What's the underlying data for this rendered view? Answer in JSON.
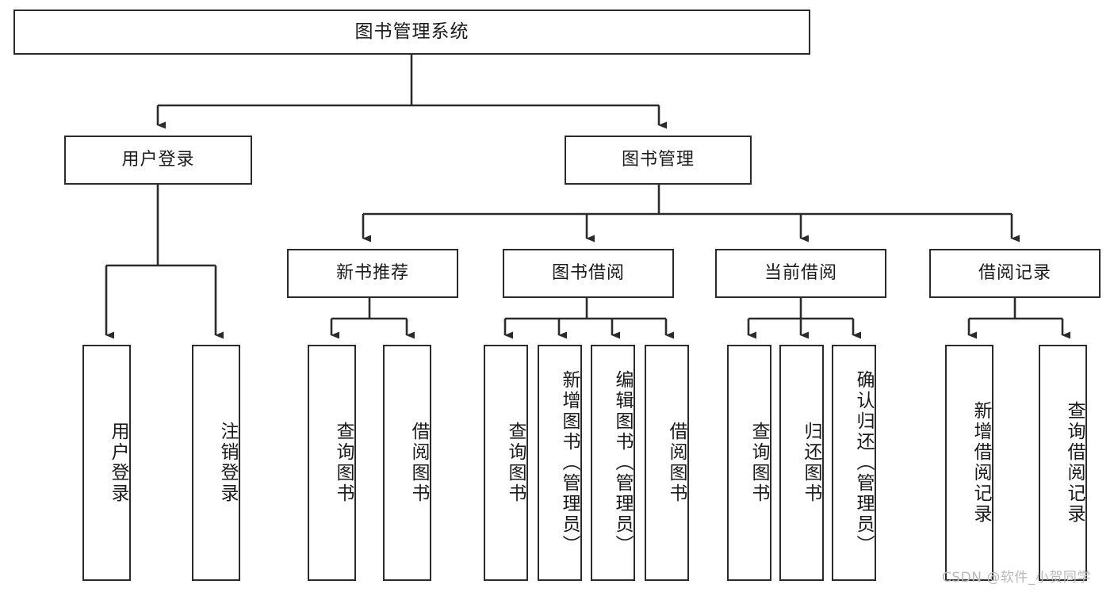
{
  "diagram": {
    "title": "图书管理系统",
    "type": "tree-hierarchy-chart",
    "stroke_color": "#2b2b2b",
    "fill_color": "#ffffff",
    "text_color": "#1a1a1a",
    "watermark": "CSDN @软件_小贺同学"
  },
  "nodes": {
    "root": {
      "label": "图书管理系统"
    },
    "level2": [
      {
        "label": "用户登录"
      },
      {
        "label": "图书管理"
      }
    ],
    "level3": [
      {
        "label": "新书推荐"
      },
      {
        "label": "图书借阅"
      },
      {
        "label": "当前借阅"
      },
      {
        "label": "借阅记录"
      }
    ],
    "leaves": {
      "user_login": [
        {
          "label": "用户登录"
        },
        {
          "label": "注销登录"
        }
      ],
      "new_book_recommend": [
        {
          "label": "查询图书"
        },
        {
          "label": "借阅图书"
        }
      ],
      "book_borrow": [
        {
          "label": "查询图书"
        },
        {
          "label": "新增图书（管理员）"
        },
        {
          "label": "编辑图书（管理员）"
        },
        {
          "label": "借阅图书"
        }
      ],
      "current_borrow": [
        {
          "label": "查询图书"
        },
        {
          "label": "归还图书"
        },
        {
          "label": "确认归还（管理员）"
        }
      ],
      "borrow_record": [
        {
          "label": "新增借阅记录"
        },
        {
          "label": "查询借阅记录"
        }
      ]
    }
  }
}
